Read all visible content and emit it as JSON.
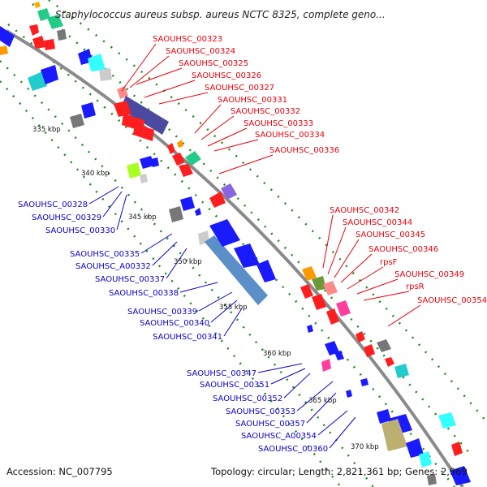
{
  "title": "Staphylococcus aureus subsp. aureus NCTC 8325, complete geno...",
  "footer": {
    "accession": "Accession: NC_007795",
    "topology": "Topology: circular; Length: 2,821,361 bp; Genes: 2,969"
  },
  "ticks": [
    "335 kbp",
    "340 kbp",
    "345 kbp",
    "350 kbp",
    "355 kbp",
    "360 kbp",
    "365 kbp",
    "370 kbp"
  ],
  "plus_strand_labels": [
    "SAOUHSC_00323",
    "SAOUHSC_00324",
    "SAOUHSC_00325",
    "SAOUHSC_00326",
    "SAOUHSC_00327",
    "SAOUHSC_00331",
    "SAOUHSC_00332",
    "SAOUHSC_00333",
    "SAOUHSC_00334",
    "SAOUHSC_00336",
    "SAOUHSC_00342",
    "SAOUHSC_00344",
    "SAOUHSC_00345",
    "SAOUHSC_00346",
    "rpsF",
    "SAOUHSC_00349",
    "rpsR",
    "SAOUHSC_00354"
  ],
  "minus_strand_labels": [
    "SAOUHSC_00328",
    "SAOUHSC_00329",
    "SAOUHSC_00330",
    "SAOUHSC_00335",
    "SAOUHSC_A00332",
    "SAOUHSC_00337",
    "SAOUHSC_00338",
    "SAOUHSC_00339",
    "SAOUHSC_00340",
    "SAOUHSC_00341",
    "SAOUHSC_00347",
    "SAOUHSC_00351",
    "SAOUHSC_00352",
    "SAOUHSC_00353",
    "SAOUHSC_00357",
    "SAOUHSC_A00354",
    "SAOUHSC_00360"
  ],
  "colors": {
    "plus_label": "#e8000b",
    "minus_label": "#0c00c8",
    "backbone": "#8a8a8a",
    "guide_dots": "#1a8c1a"
  }
}
